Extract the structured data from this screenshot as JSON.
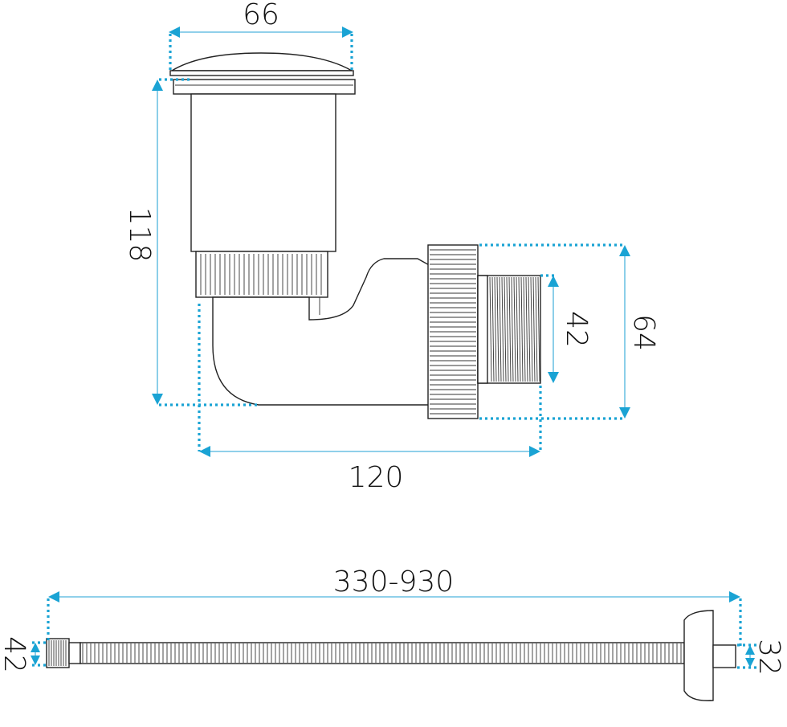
{
  "dimensions": {
    "top_width": "66",
    "height": "118",
    "thread_diameter": "42",
    "nut_diameter": "64",
    "elbow_width": "120",
    "hose_length": "330-930",
    "hose_left_diameter": "42",
    "hose_right_diameter": "32"
  },
  "colors": {
    "dimension": "#1aa3d4",
    "outline": "#222222",
    "background": "#ffffff"
  }
}
